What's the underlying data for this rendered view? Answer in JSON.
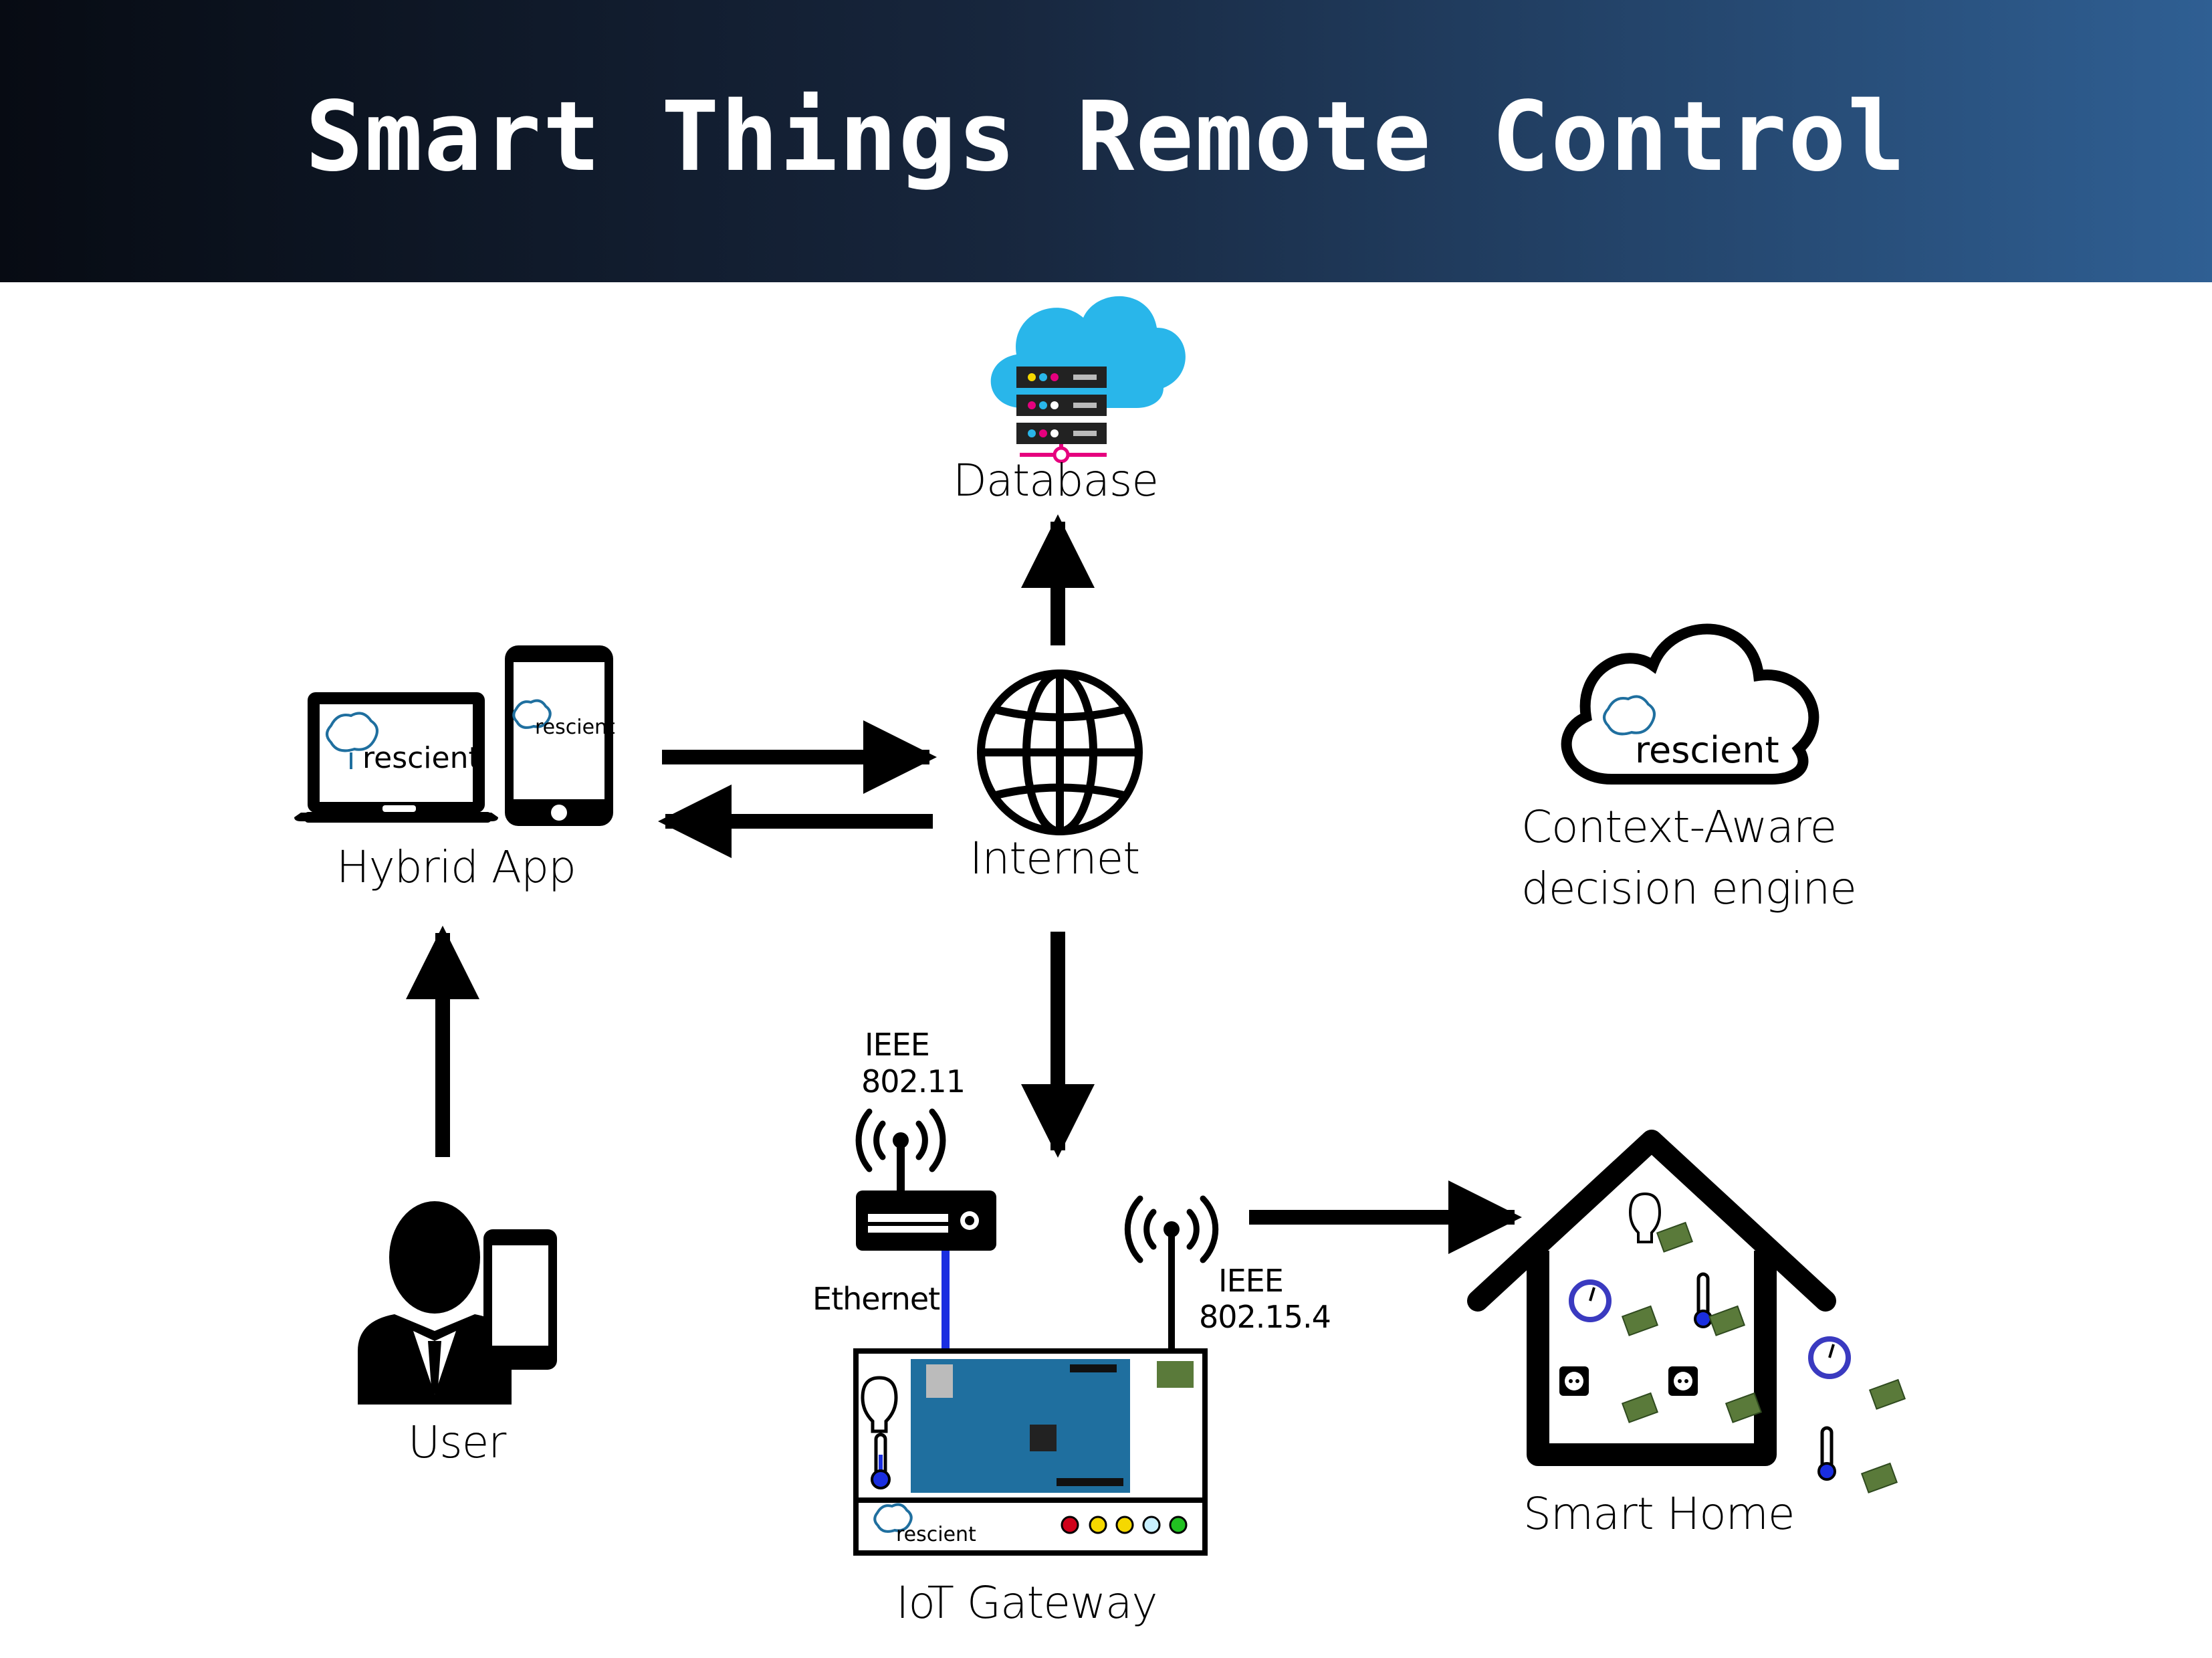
{
  "title": "Smart Things Remote Control",
  "nodes": {
    "database": "Database",
    "internet": "Internet",
    "hybrid_app": "Hybrid App",
    "user": "User",
    "context_engine_line1": "Context-Aware",
    "context_engine_line2": "decision engine",
    "iot_gateway": "IoT Gateway",
    "smart_home": "Smart Home"
  },
  "links": {
    "wifi_line1": "IEEE",
    "wifi_line2": "802.11",
    "zigbee_line1": "IEEE",
    "zigbee_line2": "802.15.4",
    "ethernet": "Ethernet"
  },
  "brand": "rescient",
  "colors": {
    "header_dark": "#070b13",
    "header_light": "#2f5f93",
    "cloud_blue": "#29b6ea",
    "ethernet_blue": "#1a2ee0",
    "board_blue": "#1f6f9f",
    "server_magenta": "#e6007e",
    "gateway_leds": [
      "#d0021b",
      "#f5d800",
      "#f5d800",
      "#c8f0ff",
      "#21c021"
    ]
  },
  "icons": [
    "server-cloud-icon",
    "globe-icon",
    "laptop-icon",
    "phone-icon",
    "user-icon",
    "cloud-icon",
    "router-icon",
    "antenna-icon",
    "house-icon",
    "bulb-icon",
    "thermometer-icon",
    "meter-icon",
    "socket-icon"
  ]
}
